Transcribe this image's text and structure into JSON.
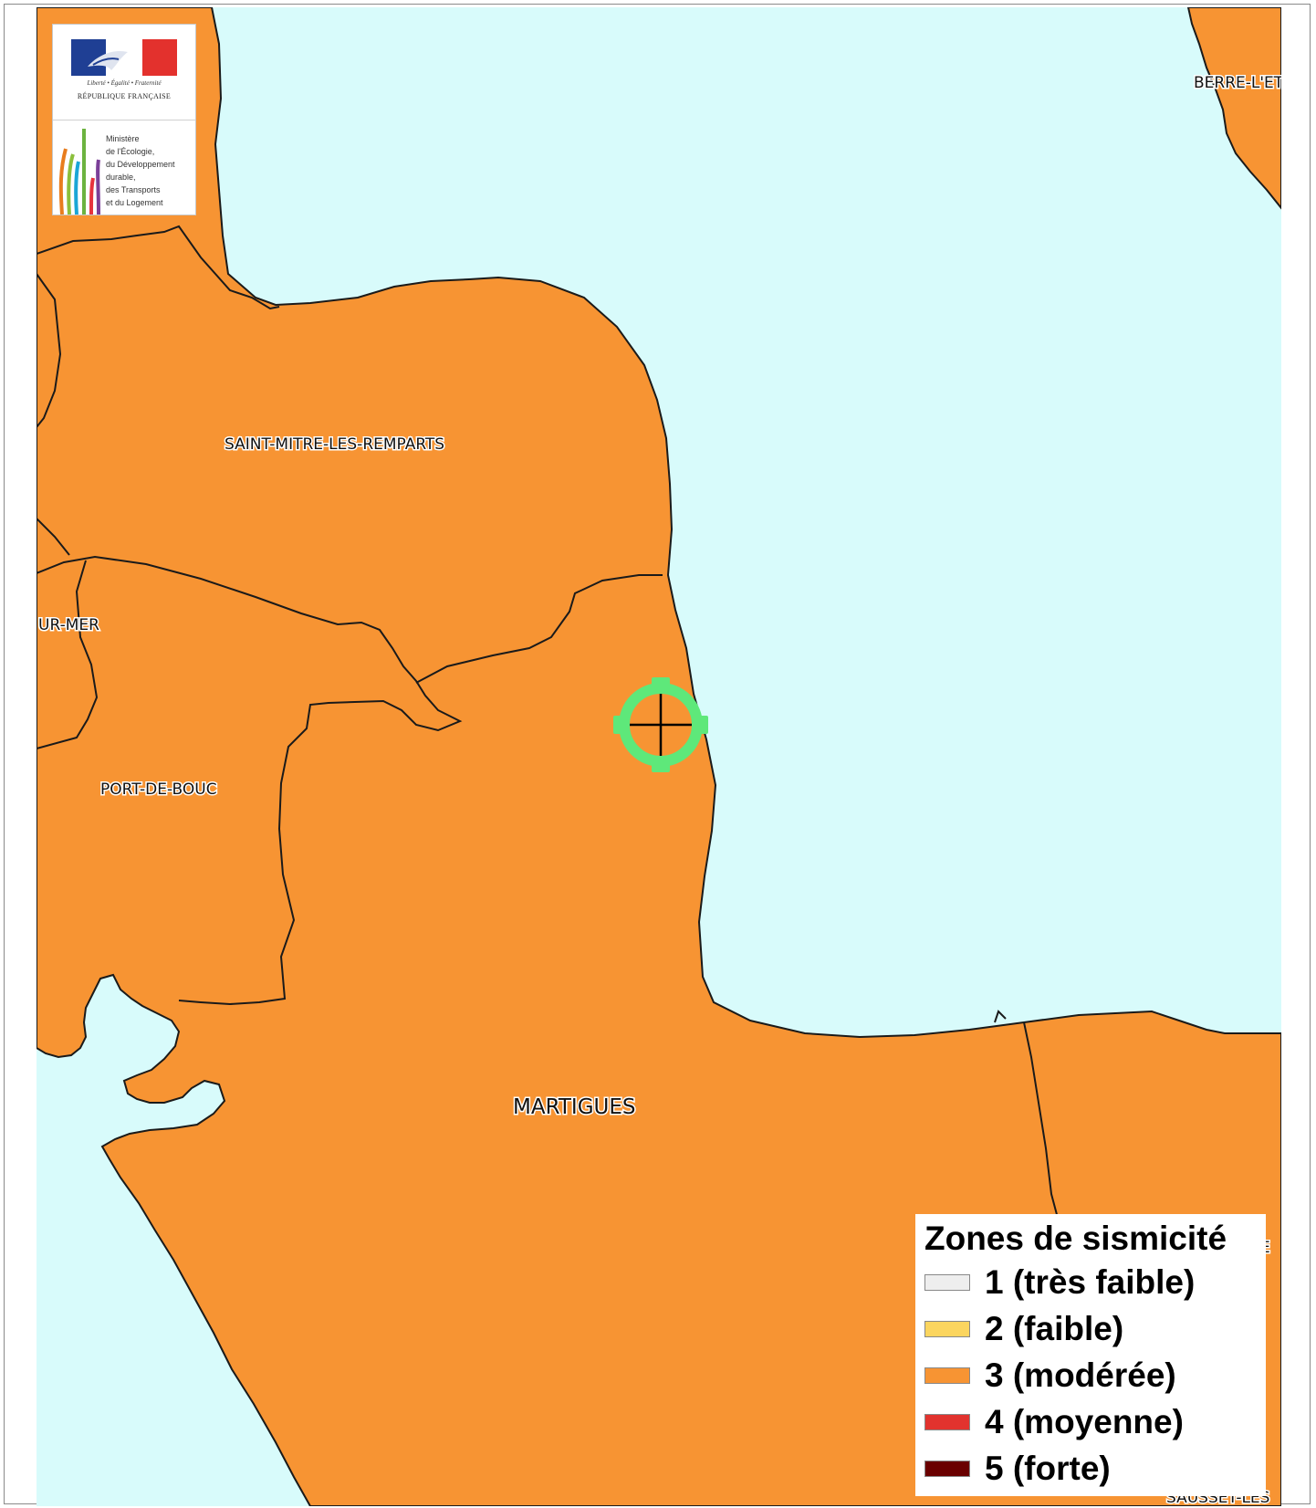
{
  "map": {
    "colors": {
      "water": "#d8fbfb",
      "zone_3": "#f79433",
      "border": "#1a1a1a",
      "marker": "#5ee87a"
    },
    "place_labels": {
      "saint_mitre": "SAINT-MITRE-LES-REMPARTS",
      "port_de_bouc": "PORT-DE-BOUC",
      "martigues": "MARTIGUES",
      "ur_mer": "UR-MER",
      "berre": "BERRE-L'ET",
      "sausset": "SAUSSET-LES",
      "partial_e": "JE"
    },
    "marker_icon": "crosshair-target-icon"
  },
  "logo": {
    "motto": "Liberté • Égalité • Fraternité",
    "republic": "RÉPUBLIQUE FRANÇAISE",
    "ministry_lines": [
      "Ministère",
      "de l'Écologie,",
      "du Développement",
      "durable,",
      "des Transports",
      "et du Logement"
    ]
  },
  "legend": {
    "title": "Zones de sismicité",
    "items": [
      {
        "label": "1 (très faible)",
        "color": "#eeeeee"
      },
      {
        "label": "2 (faible)",
        "color": "#fbd55f"
      },
      {
        "label": "3 (modérée)",
        "color": "#f79433"
      },
      {
        "label": "4 (moyenne)",
        "color": "#e2332e"
      },
      {
        "label": "5 (forte)",
        "color": "#6a0000"
      }
    ]
  }
}
